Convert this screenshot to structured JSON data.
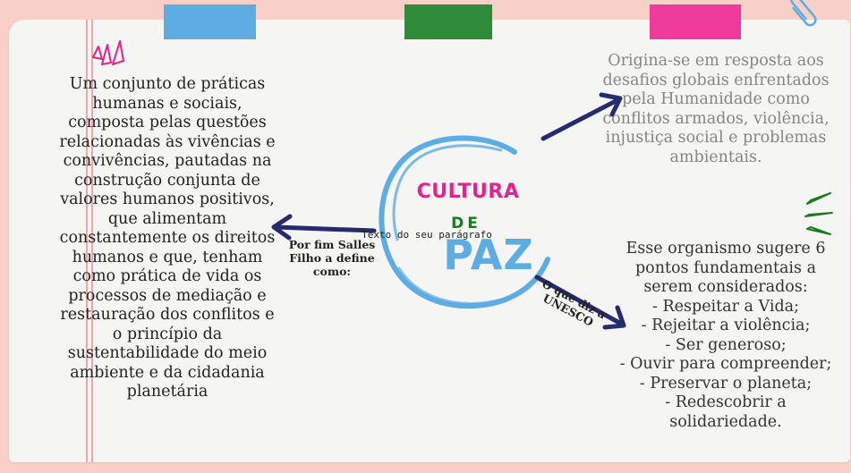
{
  "colors": {
    "background": "#f9d0c8",
    "paper": "#f5f5f3",
    "tape_blue": "#5dade2",
    "tape_green": "#2e8b3a",
    "tape_pink": "#ee3b9b",
    "cultura": "#e0238f",
    "de": "#1b7a22",
    "paz": "#5dade2",
    "arrow": "#262b6e",
    "circle": "#5dade2"
  },
  "icons": [
    "paperclip-icon",
    "pink-accent-lines-icon",
    "green-accent-lines-icon"
  ],
  "center": {
    "cultura": "CULTURA",
    "de": "DE",
    "paz": "PAZ",
    "placeholder": "Texto do seu parágrafo"
  },
  "left_node": {
    "text": "Um conjunto de práticas humanas e sociais, composta pelas questões relacionadas às vivências e convivências, pautadas na construção conjunta de valores humanos positivos, que alimentam constantemente os direitos humanos e que, tenham como prática de vida os processos de mediação e restauração dos conflitos e o princípio da sustentabilidade do meio ambiente e da cidadania planetária"
  },
  "left_arrow_label": "Por fim Salles Filho a define como:",
  "top_right_node": {
    "text": "Origina-se em resposta aos desafios globais enfrentados pela Humanidade como conflitos armados, violência, injustiça social e problemas ambientais."
  },
  "unesco_label": "O que diz a UNESCO",
  "bottom_right_node": {
    "intro": "Esse organismo sugere 6 pontos fundamentais a serem considerados:",
    "points": [
      "- Respeitar a Vida;",
      "- Rejeitar a violência;",
      "- Ser generoso;",
      "- Ouvir para compreender;",
      "- Preservar o planeta;",
      "- Redescobrir a solidariedade."
    ]
  }
}
